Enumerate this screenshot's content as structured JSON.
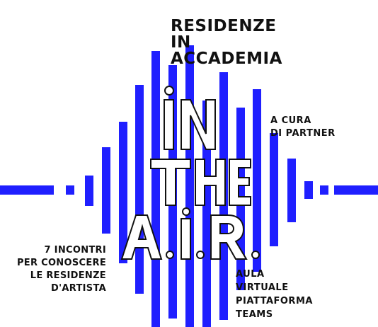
{
  "poster": {
    "title_lines": [
      "RESIDENZE",
      "IN",
      "ACCADEMIA"
    ],
    "big_word_lines": [
      "IN",
      "THE",
      "A.I.R."
    ],
    "curator_lines": [
      "A CURA",
      "DI PARTNER"
    ],
    "left_note_lines": [
      "7 INCONTRI",
      "PER CONOSCERE",
      "LE RESIDENZE",
      "D'ARTISTA"
    ],
    "venue_lines": [
      "AULA",
      "VIRTUALE",
      "PIATTAFORMA",
      "TEAMS"
    ],
    "colors": {
      "accent": "#1f1fff",
      "ink": "#111111",
      "background": "#ffffff"
    }
  }
}
